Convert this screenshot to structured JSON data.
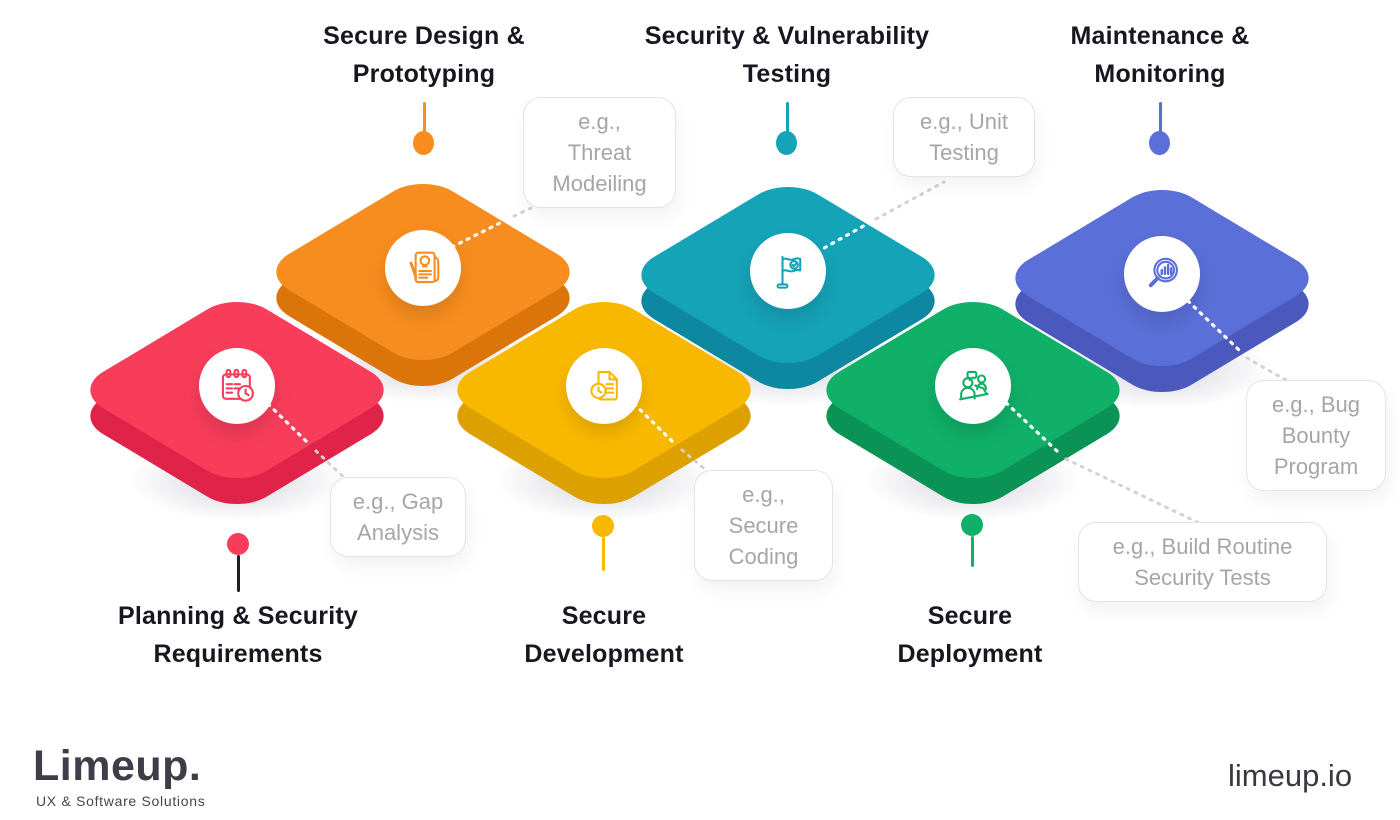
{
  "theme": {
    "background": "#FFFFFF",
    "title_color": "#17171F",
    "callout_text": "#A6A6AA",
    "callout_border": "#E4E4E7",
    "connector": "#D2D2D6"
  },
  "stages": [
    {
      "name": "planning",
      "title": "Planning & Security\nRequirements",
      "example": "e.g., Gap\nAnalysis",
      "icon": "calendar-clock-icon",
      "top_color": "#F83D5B",
      "side_color": "#E02449",
      "pin_stem_color": "#1E1E24",
      "label_position": "bottom"
    },
    {
      "name": "design",
      "title": "Secure Design &\nPrototyping",
      "example": "e.g.,\nThreat\nModeiling",
      "icon": "document-pencil-bulb-icon",
      "top_color": "#F78D1E",
      "side_color": "#DB7409",
      "pin_stem_color": "#F78D1E",
      "label_position": "top"
    },
    {
      "name": "development",
      "title": "Secure\nDevelopment",
      "example": "e.g.,\nSecure\nCoding",
      "icon": "document-clock-icon",
      "top_color": "#F9B800",
      "side_color": "#DCA000",
      "pin_stem_color": "#F9B800",
      "label_position": "bottom"
    },
    {
      "name": "testing",
      "title": "Security & Vulnerability\nTesting",
      "example": "e.g., Unit\nTesting",
      "icon": "flag-check-icon",
      "top_color": "#15A3B8",
      "side_color": "#0E87A0",
      "pin_stem_color": "#15A3B8",
      "label_position": "top"
    },
    {
      "name": "deployment",
      "title": "Secure\nDeployment",
      "example": "e.g., Build Routine\nSecurity Tests",
      "icon": "team-meeting-icon",
      "top_color": "#10B068",
      "side_color": "#0B9355",
      "pin_stem_color": "#10B068",
      "label_position": "bottom"
    },
    {
      "name": "maintenance",
      "title": "Maintenance &\nMonitoring",
      "example": "e.g., Bug\nBounty\nProgram",
      "icon": "search-analytics-icon",
      "top_color": "#5B6FD8",
      "side_color": "#4B59BD",
      "pin_stem_color": "#5B6FD8",
      "label_position": "top"
    }
  ],
  "brand": {
    "logo_text": "Limeup.",
    "tagline": "UX & Software Solutions",
    "website": "limeup.io"
  }
}
